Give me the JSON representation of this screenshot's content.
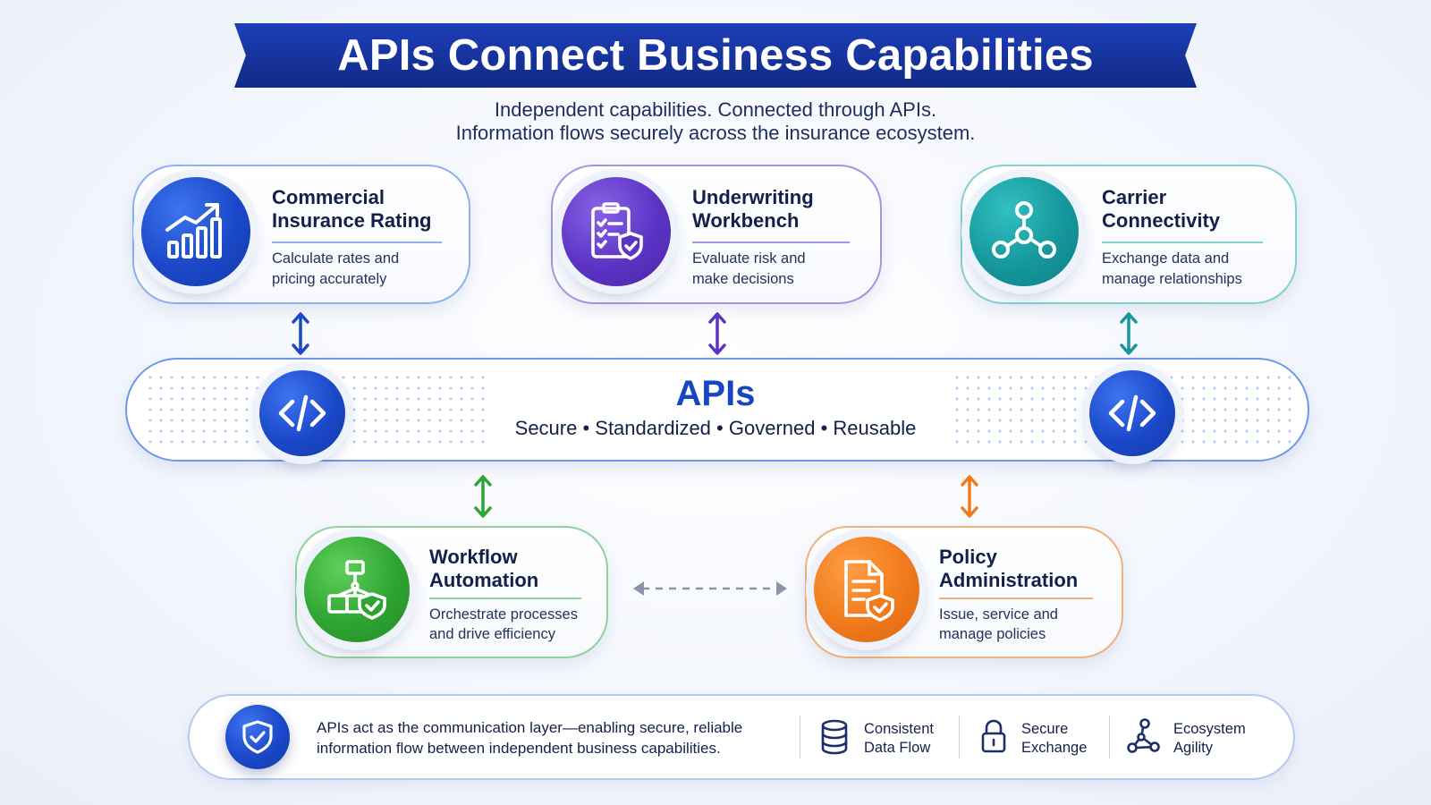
{
  "title": "APIs Connect Business Capabilities",
  "subtitle": {
    "line1": "Independent capabilities. Connected through APIs.",
    "line2": "Information flows securely across the insurance ecosystem."
  },
  "capabilities": {
    "rating": {
      "title_1": "Commercial",
      "title_2": "Insurance Rating",
      "desc_1": "Calculate rates and",
      "desc_2": "pricing accurately",
      "icon": "bar-chart-growth-icon",
      "color": "#1a48c9"
    },
    "underwriting": {
      "title_1": "Underwriting",
      "title_2": "Workbench",
      "desc_1": "Evaluate risk and",
      "desc_2": "make decisions",
      "icon": "clipboard-shield-icon",
      "color": "#5c33c4"
    },
    "carrier": {
      "title_1": "Carrier",
      "title_2": "Connectivity",
      "desc_1": "Exchange data and",
      "desc_2": "manage relationships",
      "icon": "network-nodes-icon",
      "color": "#15979b"
    },
    "workflow": {
      "title_1": "Workflow",
      "title_2": "Automation",
      "desc_1": "Orchestrate processes",
      "desc_2": "and drive efficiency",
      "icon": "flowchart-check-icon",
      "color": "#2fa432"
    },
    "policy": {
      "title_1": "Policy",
      "title_2": "Administration",
      "desc_1": "Issue, service and",
      "desc_2": "manage policies",
      "icon": "document-shield-icon",
      "color": "#f07a1c"
    }
  },
  "api_layer": {
    "title": "APIs",
    "attributes": "Secure • Standardized • Governed • Reusable",
    "icon": "code-brackets-icon",
    "color": "#1746c4"
  },
  "footer": {
    "statement_1": "APIs act as the communication layer—enabling secure, reliable",
    "statement_2": "information flow between independent business capabilities.",
    "benefits": [
      {
        "line1": "Consistent",
        "line2": "Data Flow",
        "icon": "database-icon"
      },
      {
        "line1": "Secure",
        "line2": "Exchange",
        "icon": "lock-icon"
      },
      {
        "line1": "Ecosystem",
        "line2": "Agility",
        "icon": "network-icon"
      }
    ]
  }
}
